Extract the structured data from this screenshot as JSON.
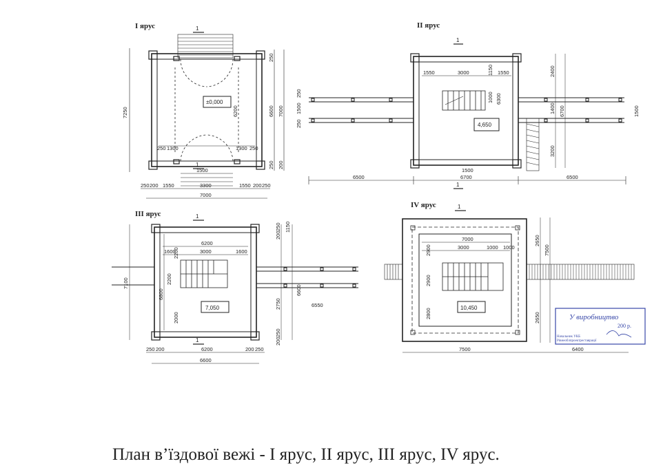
{
  "caption": "План в’їздової вежі - I ярус, II ярус, III ярус, IV ярус.",
  "section_mark": "1",
  "tiers": {
    "t1": {
      "title": "I  ярус",
      "level": "±0,000",
      "dims_bottom_row": [
        "250",
        "200",
        "1550",
        "3300",
        "1550",
        "200",
        "250"
      ],
      "dims_inner_bottom": [
        "250",
        "1300",
        "1300",
        "250"
      ],
      "dim_door": "1500",
      "dim_total": "7000",
      "dims_left": [
        "7250"
      ],
      "dims_right": [
        "6600",
        "7000"
      ],
      "dims_right_small": [
        "250",
        "250",
        "200"
      ],
      "dims_inner_right": [
        "6200"
      ]
    },
    "t2": {
      "title": "II  ярус",
      "level": "4,650",
      "dims_top": [
        "1550",
        "3000",
        "1550"
      ],
      "dims_bottom": [
        "6500",
        "6700",
        "6500"
      ],
      "dim_door": "1500",
      "dims_left": [
        "250",
        "1500",
        "250"
      ],
      "dims_right": [
        "2400",
        "1400",
        "3200",
        "6700",
        "1500"
      ],
      "dims_stair": [
        "1000",
        "6300",
        "1150"
      ]
    },
    "t3": {
      "title": "III  ярус",
      "level": "7,050",
      "dims_top": [
        "6200",
        "1600",
        "3000",
        "1600"
      ],
      "dims_bottom_row": [
        "250",
        "200",
        "6200",
        "200",
        "250"
      ],
      "dim_total": "6600",
      "dims_left": [
        "7100",
        "6800",
        "2200",
        "2000"
      ],
      "dims_right": [
        "6600",
        "2750",
        "6550"
      ],
      "dims_right_small": [
        "250",
        "200",
        "1150",
        "250",
        "200"
      ],
      "dim_center": "2200"
    },
    "t4": {
      "title": "IV  ярус",
      "level": "10,450",
      "dims_top": [
        "7000",
        "3000",
        "1000",
        "1000"
      ],
      "dims_left": [
        "2900",
        "2900",
        "2800"
      ],
      "dim_bottom": "7500",
      "dim_bridge": "6400",
      "dims_right": [
        "2650",
        "7500",
        "2650"
      ]
    }
  },
  "stamp": {
    "title": "У виробництво",
    "year": "200   р.",
    "line1": "Начальник УКБ",
    "line2": "Рівнеоблпроектреставрації"
  }
}
